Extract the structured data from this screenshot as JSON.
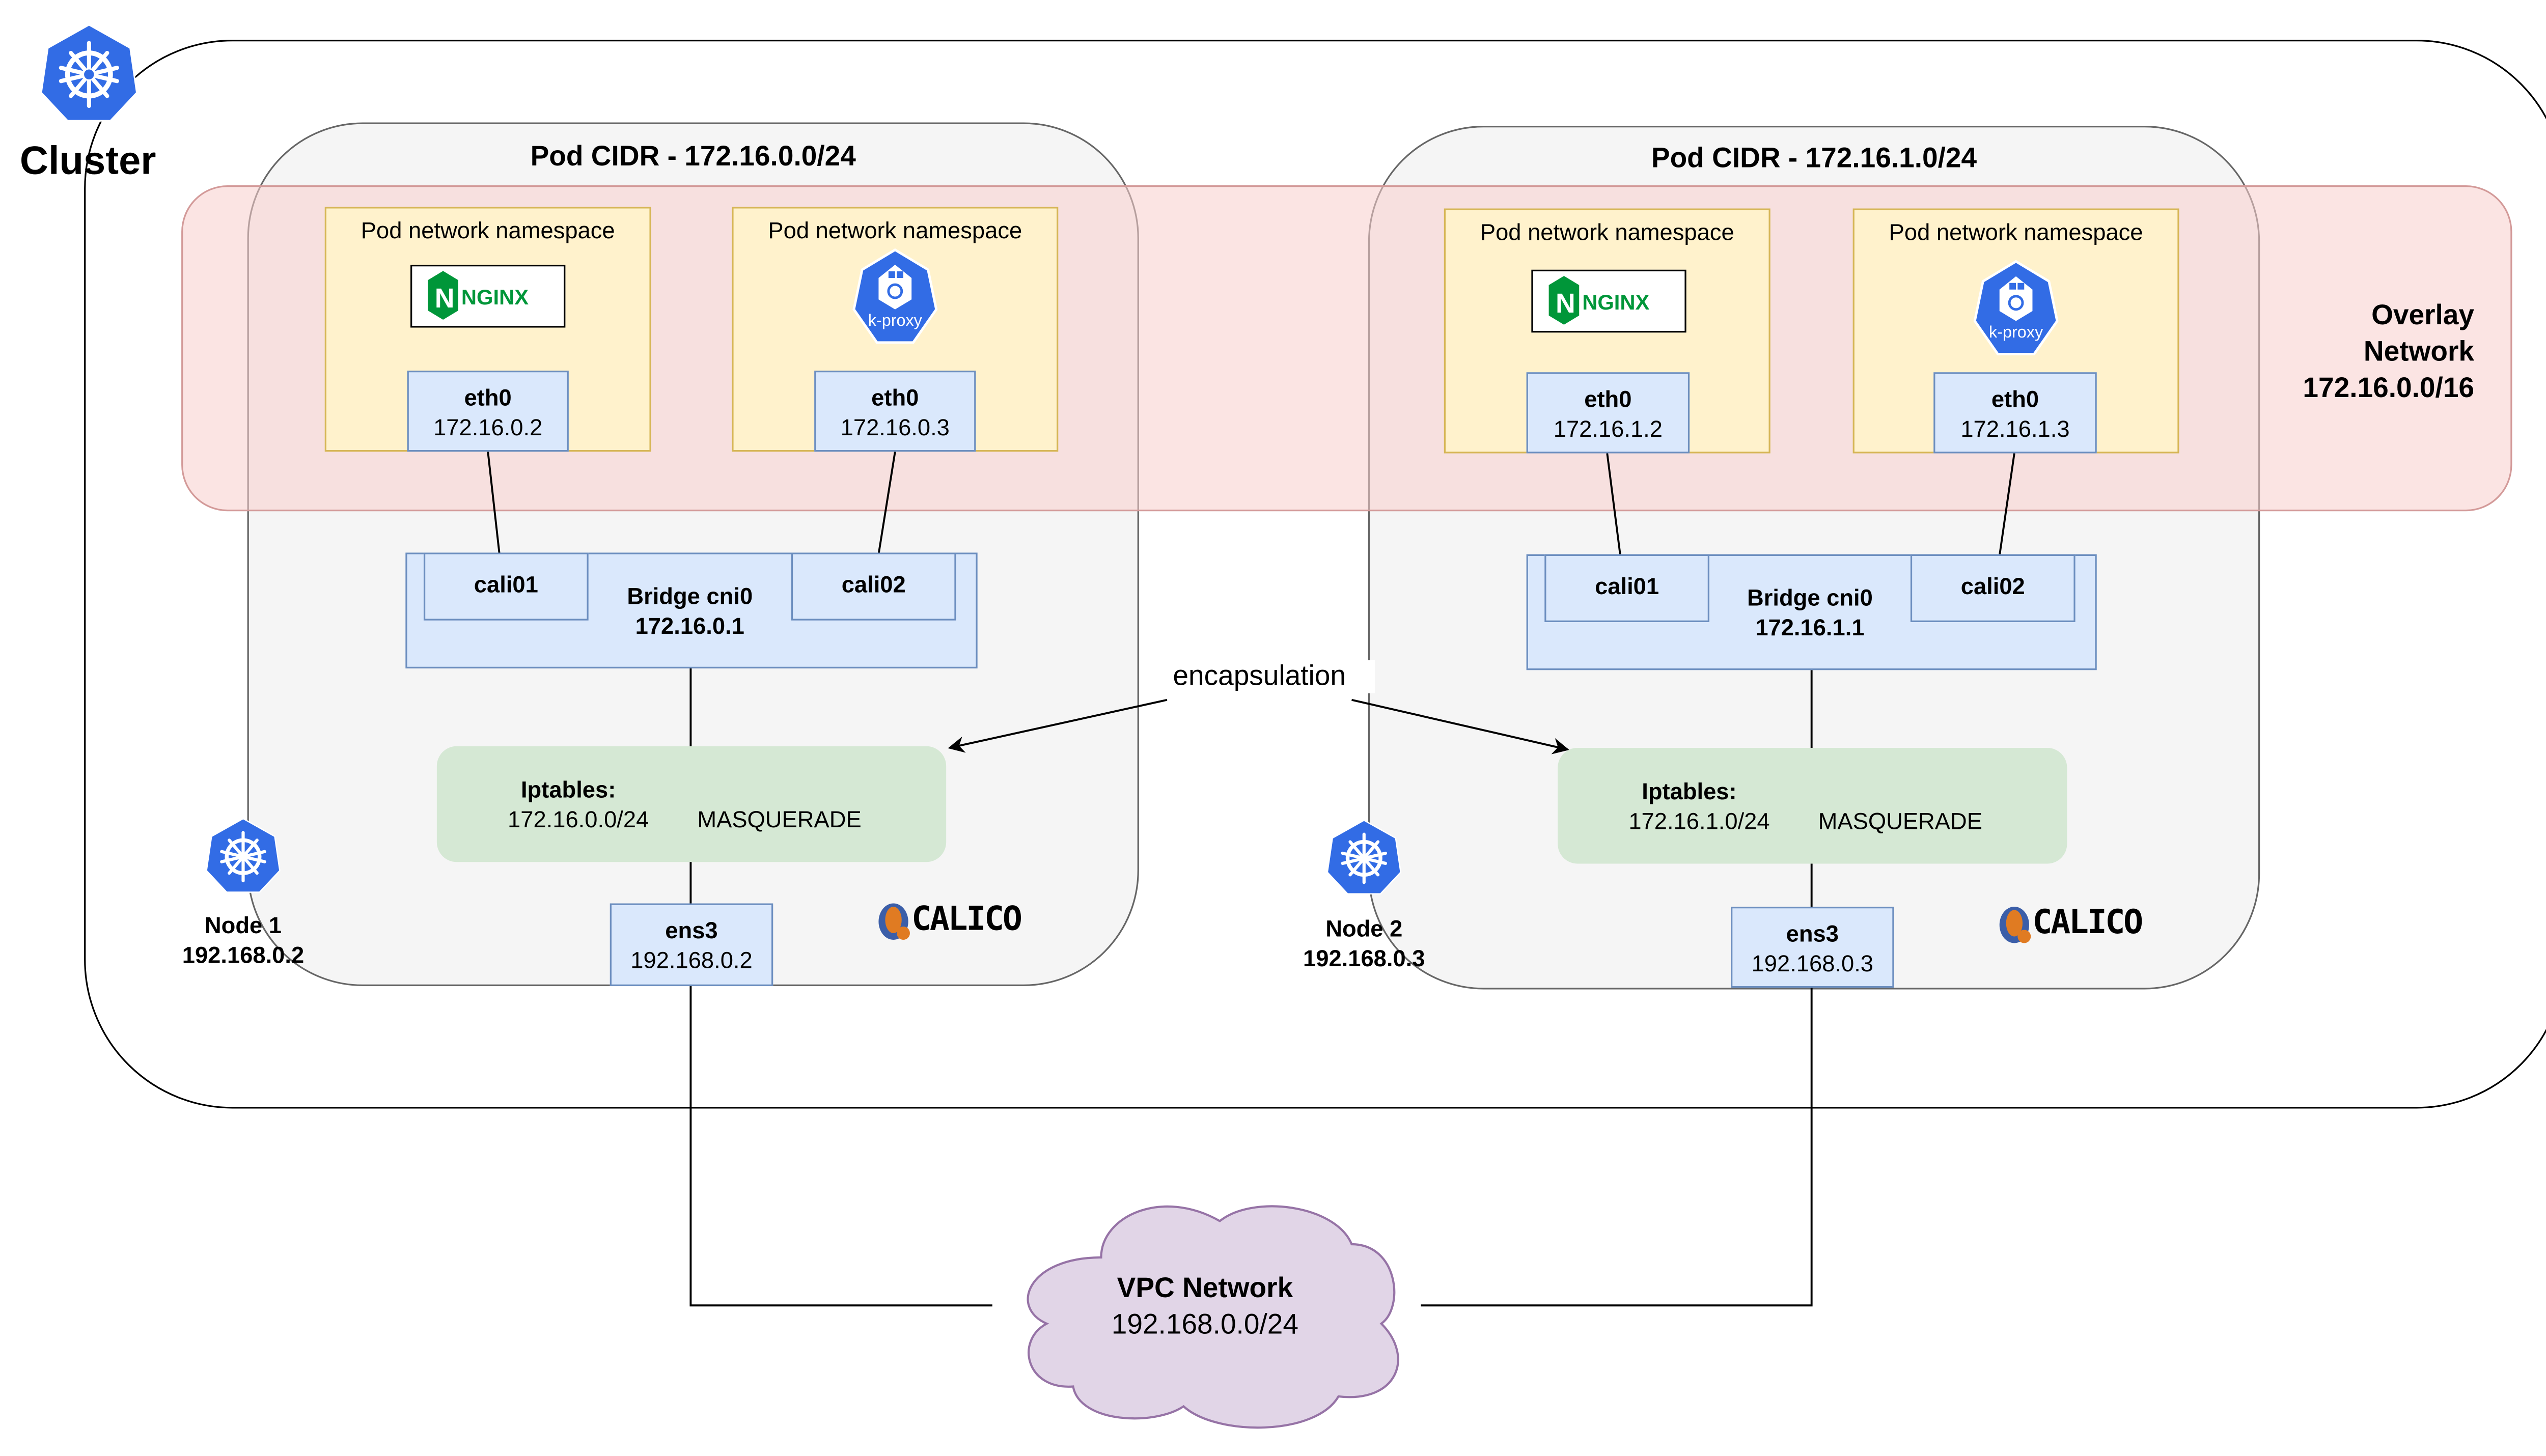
{
  "cluster": {
    "label": "Cluster",
    "icon": "kubernetes-icon"
  },
  "overlay": {
    "line1": "Overlay",
    "line2": "Network",
    "cidr": "172.16.0.0/16"
  },
  "encapsulation_label": "encapsulation",
  "nodes": [
    {
      "title": "Pod CIDR - 172.16.0.0/24",
      "node_label": "Node 1",
      "node_ip": "192.168.0.2",
      "pods": [
        {
          "namespace_label": "Pod network namespace",
          "app": "NGINX",
          "app_icon": "nginx-logo",
          "iface": "eth0",
          "ip": "172.16.0.2"
        },
        {
          "namespace_label": "Pod network namespace",
          "app": "k-proxy",
          "app_icon": "kube-proxy-icon",
          "iface": "eth0",
          "ip": "172.16.0.3"
        }
      ],
      "bridge": {
        "veth1": "cali01",
        "veth2": "cali02",
        "name": "Bridge cni0",
        "ip": "172.16.0.1"
      },
      "iptables": {
        "title": "Iptables:",
        "cidr": "172.16.0.0/24",
        "action": "MASQUERADE"
      },
      "nic": {
        "name": "ens3",
        "ip": "192.168.0.2"
      },
      "cni_logo": "CALICO"
    },
    {
      "title": "Pod CIDR - 172.16.1.0/24",
      "node_label": "Node 2",
      "node_ip": "192.168.0.3",
      "pods": [
        {
          "namespace_label": "Pod network namespace",
          "app": "NGINX",
          "app_icon": "nginx-logo",
          "iface": "eth0",
          "ip": "172.16.1.2"
        },
        {
          "namespace_label": "Pod network namespace",
          "app": "k-proxy",
          "app_icon": "kube-proxy-icon",
          "iface": "eth0",
          "ip": "172.16.1.3"
        }
      ],
      "bridge": {
        "veth1": "cali01",
        "veth2": "cali02",
        "name": "Bridge cni0",
        "ip": "172.16.1.1"
      },
      "iptables": {
        "title": "Iptables:",
        "cidr": "172.16.1.0/24",
        "action": "MASQUERADE"
      },
      "nic": {
        "name": "ens3",
        "ip": "192.168.0.3"
      },
      "cni_logo": "CALICO"
    }
  ],
  "vpc": {
    "title": "VPC Network",
    "cidr": "192.168.0.0/24"
  },
  "colors": {
    "k8s_blue": "#326ce5",
    "namespace_fill": "#fff2cc",
    "namespace_border": "#d6b656",
    "iface_fill": "#dae8fc",
    "iface_border": "#6c8ebf",
    "iptables_fill": "#d5e8d4",
    "overlay_fill": "#f8cecc",
    "vpc_fill": "#e1d5e7",
    "vpc_border": "#9673a6",
    "nginx_green": "#009639"
  }
}
